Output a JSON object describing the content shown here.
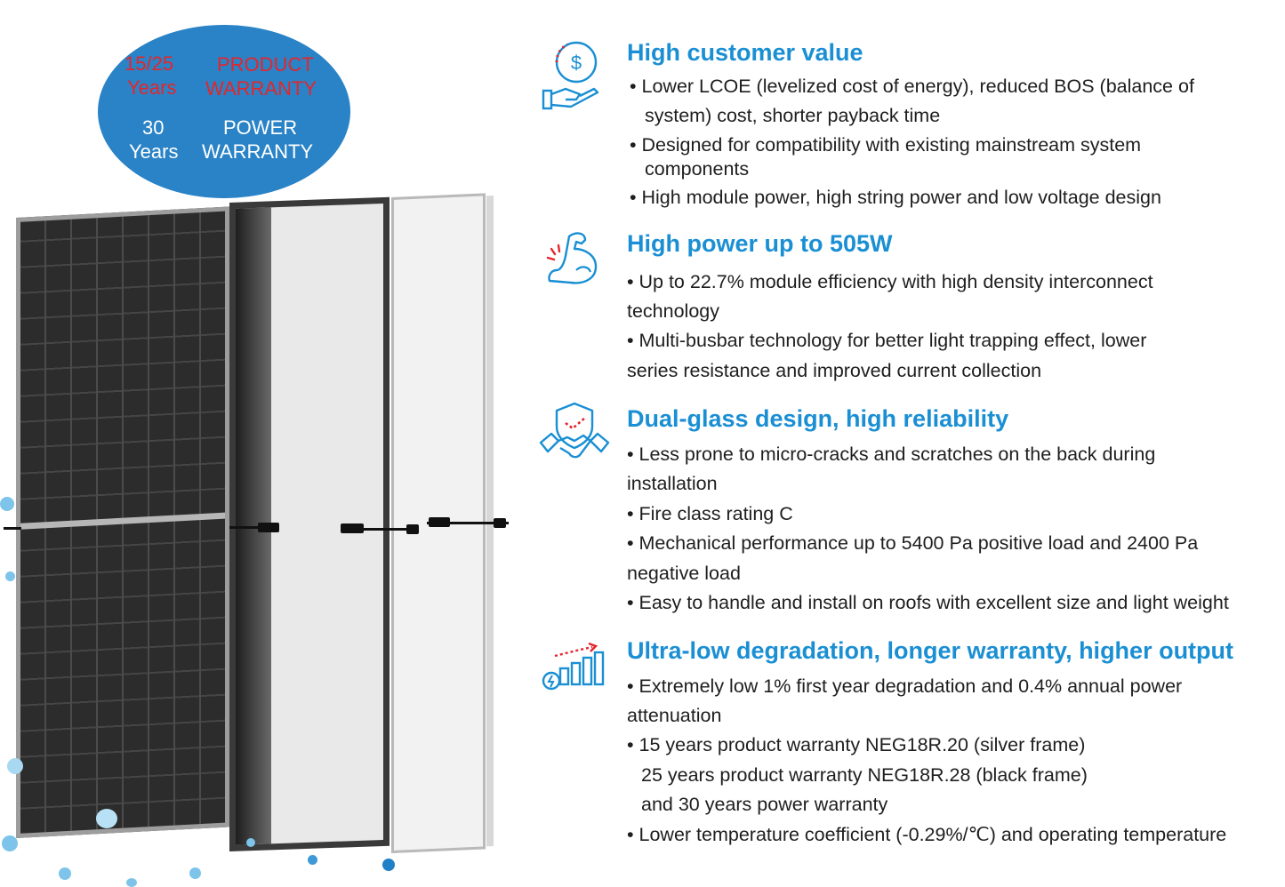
{
  "badge": {
    "product_years": "15/25",
    "product_years_unit": "Years",
    "product_label": "PRODUCT",
    "product_warranty_label": "WARRANTY",
    "power_years": "30",
    "power_years_unit": "Years",
    "power_label": "POWER",
    "power_warranty_label": "WARRANTY"
  },
  "colors": {
    "accent": "#1a8fd3",
    "badge": "#2a83c6",
    "badge_text_red": "#e3262c"
  },
  "sections": [
    {
      "icon": "money-hand-icon",
      "title": "High customer value",
      "lines": [
        "• Lower LCOE (levelized cost of energy), reduced BOS (balance of",
        "system) cost, shorter payback time",
        "• Designed for compatibility with existing mainstream system",
        "components",
        "• High module power, high string power and low voltage design"
      ]
    },
    {
      "icon": "strong-arm-icon",
      "title": "High power up to 505W",
      "lines": [
        "• Up to 22.7% module efficiency with high density interconnect",
        "technology",
        "• Multi-busbar technology for better light trapping effect, lower",
        "series resistance and improved current collection"
      ]
    },
    {
      "icon": "shield-handshake-icon",
      "title": "Dual-glass design, high reliability",
      "lines": [
        "• Less prone to micro-cracks and scratches on the back during",
        "installation",
        "• Fire class rating C",
        "• Mechanical performance up to 5400 Pa positive load and 2400 Pa",
        "negative load",
        "• Easy to handle and install on roofs with excellent size and light weight"
      ]
    },
    {
      "icon": "growth-chart-icon",
      "title": "Ultra-low degradation, longer warranty, higher output",
      "lines": [
        "• Extremely low 1% first year degradation and 0.4% annual power",
        "attenuation",
        "• 15 years product warranty NEG18R.20 (silver frame)",
        "25 years product warranty  NEG18R.28 (black frame)",
        "and 30 years power warranty",
        "• Lower temperature coefficient (-0.29%/℃) and operating temperature"
      ]
    }
  ]
}
